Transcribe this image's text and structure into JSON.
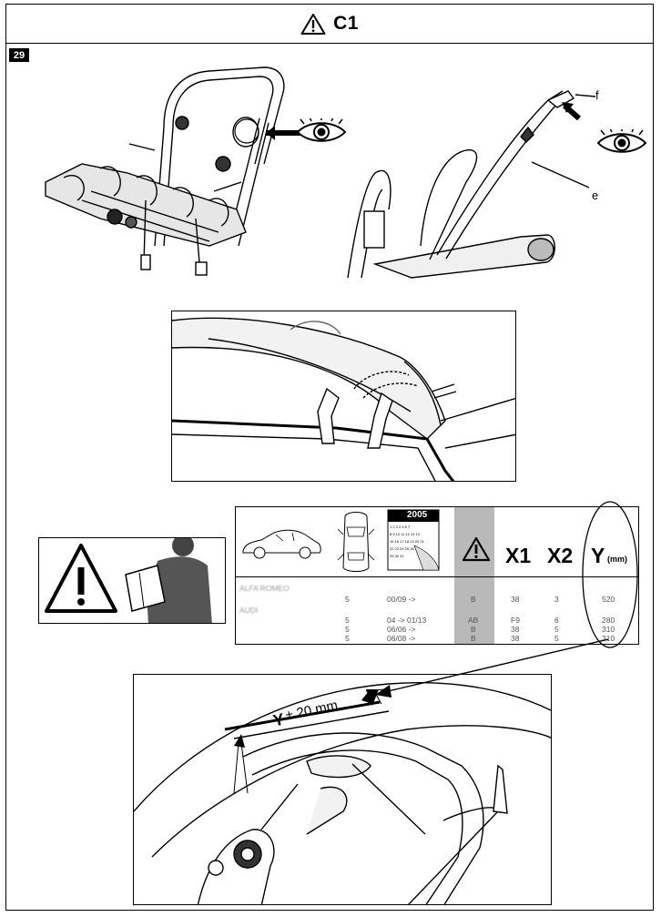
{
  "header": {
    "title": "C1",
    "warning_icon": "warning-triangle-icon"
  },
  "step": {
    "number": "29"
  },
  "figure_top_right": {
    "label_f": "f",
    "label_e": "e",
    "eye_icon": "eye-icon"
  },
  "table": {
    "year": "2005",
    "headers": {
      "x1": "X1",
      "x2": "X2",
      "y": "Y",
      "y_unit": "(mm)"
    },
    "rows": [
      {
        "model": "ALFA ROMEO",
        "sub": "",
        "doors": "",
        "years": "",
        "code": "",
        "x1": "",
        "x2": "",
        "y": ""
      },
      {
        "model": "",
        "sub": "",
        "doors": "5",
        "years": "00/09 ->",
        "code": "B",
        "x1": "38",
        "x2": "3",
        "y": "520"
      },
      {
        "model": "AUDI",
        "sub": "",
        "doors": "",
        "years": "",
        "code": "",
        "x1": "",
        "x2": "",
        "y": ""
      },
      {
        "model": "",
        "sub": "",
        "doors": "5",
        "years": "04 -> 01/13",
        "code": "AB",
        "x1": "F9",
        "x2": "6",
        "y": "280"
      },
      {
        "model": "",
        "sub": "",
        "doors": "5",
        "years": "06/06 ->",
        "code": "B",
        "x1": "38",
        "x2": "5",
        "y": "310"
      },
      {
        "model": "",
        "sub": "",
        "doors": "5",
        "years": "06/08 ->",
        "code": "B",
        "x1": "38",
        "x2": "5",
        "y": "310"
      }
    ]
  },
  "figure_bottom": {
    "dimension_label": "± 20 mm",
    "dimension_symbol": "Y"
  }
}
